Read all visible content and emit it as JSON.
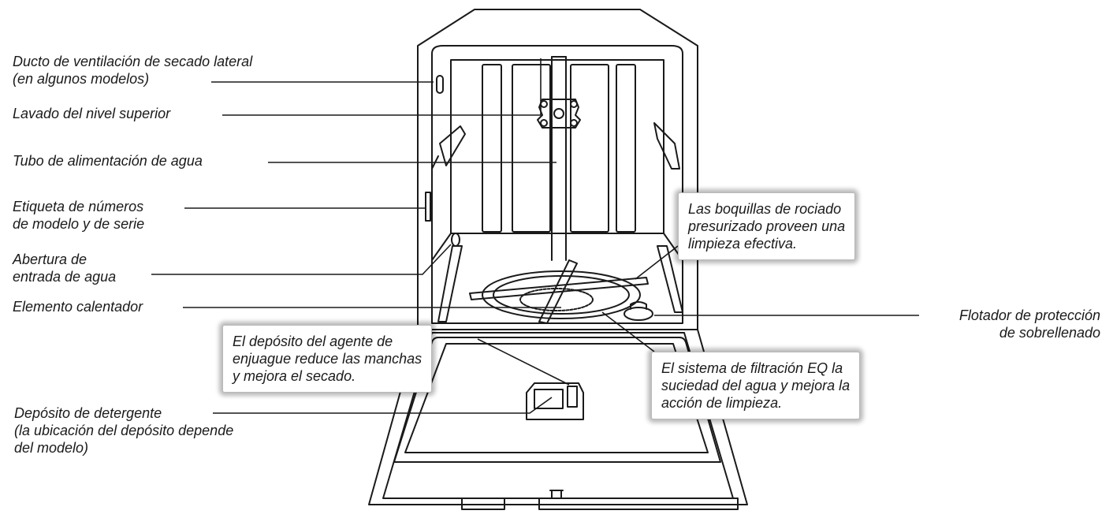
{
  "labels": {
    "dryer_vent": [
      "Ducto de ventilación de secado lateral",
      "(en algunos modelos)"
    ],
    "upper_wash": [
      "Lavado del nivel superior"
    ],
    "water_tube": [
      "Tubo de alimentación de agua"
    ],
    "serial_label": [
      "Etiqueta de números",
      "de modelo y de serie"
    ],
    "water_inlet": [
      "Abertura de",
      "entrada de agua"
    ],
    "heating_element": [
      "Elemento calentador"
    ],
    "detergent": [
      "Depósito de detergente",
      "(la ubicación del depósito depende",
      "del modelo)"
    ],
    "float": [
      "Flotador de protección",
      "de sobrellenado"
    ]
  },
  "callouts": {
    "spray_nozzles": [
      "Las boquillas de rociado",
      "presurizado proveen una",
      "limpieza efectiva."
    ],
    "rinse_aid": [
      "El depósito del agente de",
      "enjuague reduce las manchas",
      "y mejora el secado."
    ],
    "filtration": [
      "El sistema de filtración EQ la",
      "suciedad del agua y mejora la",
      "acción de limpieza."
    ]
  },
  "colors": {
    "line": "#1a1a1a",
    "shadow": "#8a8a8a",
    "background": "#ffffff"
  }
}
